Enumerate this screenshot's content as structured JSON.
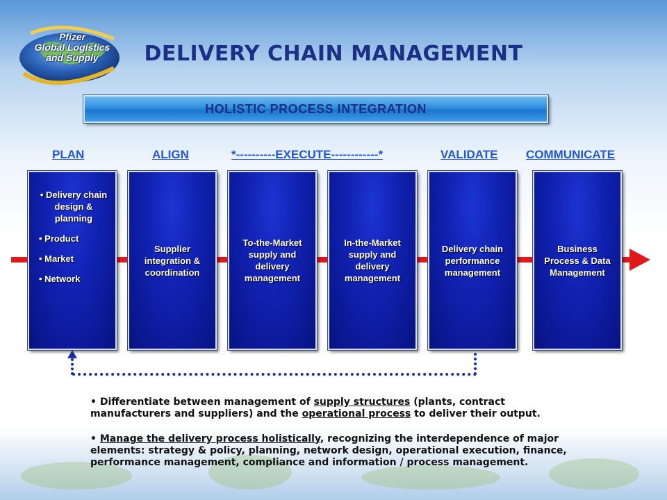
{
  "logo": {
    "text_line1": "Pfizer",
    "text_line2": "Global Logistics",
    "text_line3": "and Supply"
  },
  "title": "DELIVERY CHAIN MANAGEMENT",
  "banner": "HOLISTIC PROCESS INTEGRATION",
  "phases": {
    "plan": "PLAN",
    "align": "ALIGN",
    "execute": "*----------EXECUTE------------*",
    "validate": "VALIDATE",
    "communicate": "COMMUNICATE"
  },
  "boxes": {
    "plan": {
      "lead": "• Delivery chain design & planning",
      "items": [
        "• Product",
        "• Market",
        "• Network"
      ]
    },
    "align": "Supplier integration & coordination",
    "to_market": "To-the-Market supply and delivery management",
    "in_market": "In-the-Market supply and delivery management",
    "validate": "Delivery chain performance management",
    "communicate": "Business Process & Data Management"
  },
  "bullet1": {
    "prefix": "• Differentiate between management of ",
    "link1": "supply structures",
    "mid": " (plants, contract manufacturers and suppliers) and the ",
    "link2": "operational process",
    "suffix": " to deliver their output."
  },
  "bullet2": {
    "prefix": "• ",
    "link1": "Manage the delivery process holistically",
    "suffix": ", recognizing the interdependence of  major elements: strategy & policy, planning, network design, operational execution, finance, performance management, compliance and information / process management."
  },
  "colors": {
    "title": "#1b2f86",
    "phase": "#2255dd",
    "box": "#1021b0",
    "arrow": "#e01a1a",
    "loop": "#1a2f9c"
  }
}
